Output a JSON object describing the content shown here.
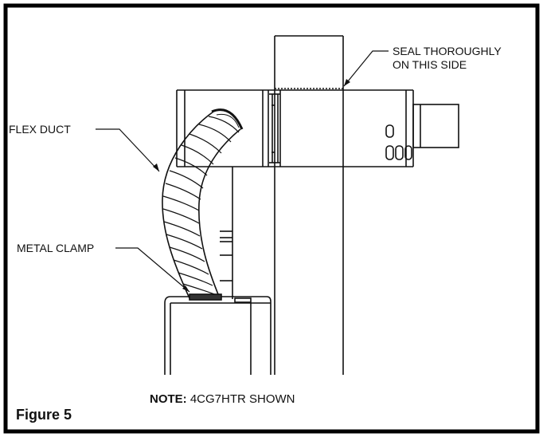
{
  "labels": {
    "flex_duct": "FLEX DUCT",
    "metal_clamp": "METAL CLAMP",
    "seal_line1": "SEAL THOROUGHLY",
    "seal_line2": "ON THIS SIDE",
    "note_prefix": "NOTE:",
    "note_text": " 4CG7HTR SHOWN",
    "figure": "Figure 5"
  },
  "colors": {
    "line": "#111111",
    "background": "#ffffff",
    "frame": "#000000"
  }
}
